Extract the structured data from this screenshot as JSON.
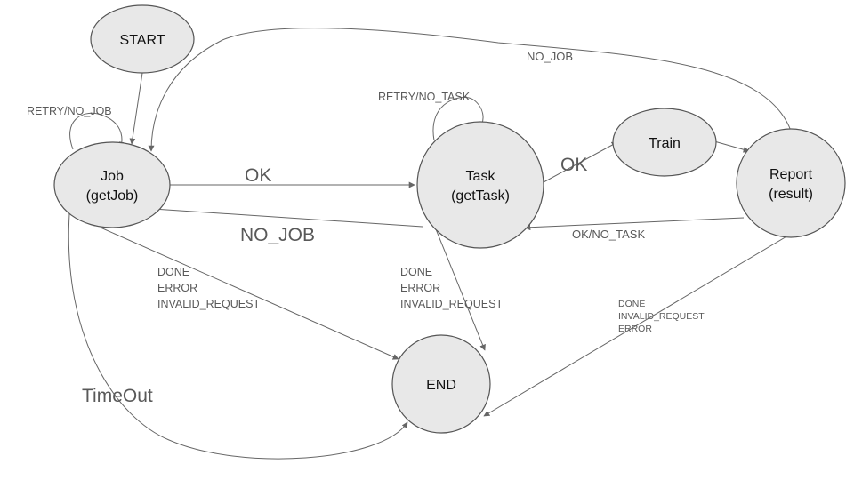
{
  "nodes": {
    "start": {
      "label": "START"
    },
    "job": {
      "line1": "Job",
      "line2": "(getJob)"
    },
    "task": {
      "line1": "Task",
      "line2": "(getTask)"
    },
    "train": {
      "label": "Train"
    },
    "report": {
      "line1": "Report",
      "line2": "(result)"
    },
    "end": {
      "label": "END"
    }
  },
  "edges": {
    "retry_no_job": "RETRY/NO_JOB",
    "retry_no_task": "RETRY/NO_TASK",
    "report_to_job": "NO_JOB",
    "job_to_task": "OK",
    "task_to_train": "OK",
    "task_to_job": "NO_JOB",
    "report_to_task": "OK/NO_TASK",
    "job_to_end": [
      "DONE",
      "ERROR",
      "INVALID_REQUEST"
    ],
    "task_to_end": [
      "DONE",
      "ERROR",
      "INVALID_REQUEST"
    ],
    "report_to_end": [
      "DONE",
      "INVALID_REQUEST",
      "ERROR"
    ],
    "timeout": "TimeOut"
  },
  "colors": {
    "node_fill": "#e8e8e8",
    "node_stroke": "#555555",
    "edge_stroke": "#666666",
    "label_text": "#595959"
  }
}
